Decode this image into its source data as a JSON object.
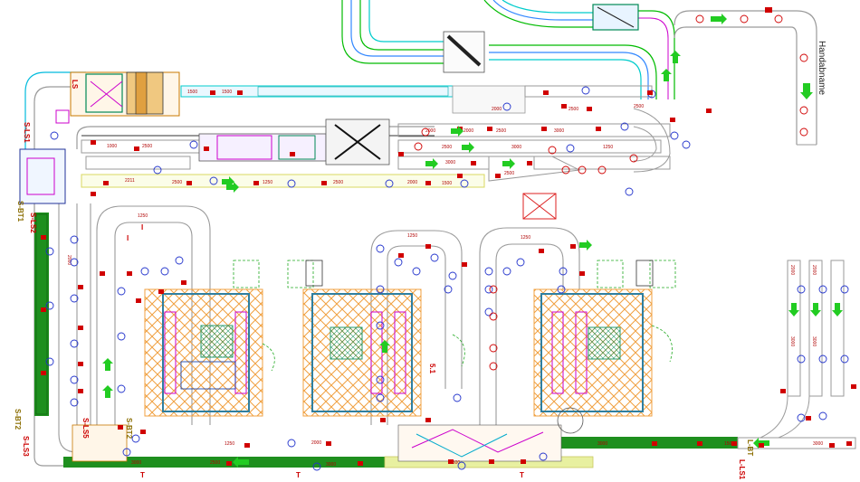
{
  "drawing": {
    "vertical_label": "Handabname",
    "colors": {
      "conveyor": "#9a9a9a",
      "powered": "#1e8f1e",
      "arrow": "#22cc22",
      "marker": "#d00000",
      "node": "#2233cc",
      "mesh": "#f0a040",
      "rack": "#2f7fa0",
      "cyan": "#00cccc",
      "magenta": "#cc00cc",
      "yellow_lane": "#e8f0a0"
    }
  },
  "station_tags": {
    "ls": "LS",
    "s_ls1": "S-LS1",
    "s_bt1": "S-BT1",
    "s_ls2": "S-LS2",
    "s_ls5": "S-LS5",
    "s_bt2": "S-BT2",
    "s_bt2b": "S-BT2",
    "s_ls3": "S-LS3",
    "l_ls1": "L-LS1",
    "l_bt": "L-BT",
    "t1": "T",
    "t2": "T",
    "t3": "T",
    "i1": "I",
    "i2": "I",
    "s_t": "5.1"
  },
  "dims": {
    "d1500a": "1500",
    "d1500b": "1500",
    "d2000a": "2000",
    "d2500a": "2500",
    "d2000b": "2000",
    "d2000c": "2000",
    "d2500b": "2500",
    "d3000a": "3000",
    "d1250a": "1250",
    "d2500c": "2500",
    "d1500c": "1500",
    "d3000b": "3000",
    "d2000d": "2000",
    "d2500d": "2500",
    "d1000": "1000",
    "d2211": "2211",
    "d2500e": "2500",
    "d1250b": "1250",
    "d2500f": "2500",
    "d2500g": "2500",
    "d1500d": "1500",
    "d1250c": "1250",
    "d1250d": "1250",
    "d1250e": "1250",
    "d3000c": "3000",
    "d1250f": "1250",
    "d3000d": "3000",
    "d2000e": "2000",
    "d2500h": "2500",
    "d3000e": "3000",
    "d1500e": "1500",
    "d2000f": "2000",
    "d3000f": "3000",
    "d1500f": "1500",
    "d3000g": "3000",
    "d2000g": "2000",
    "d2000h": "2000",
    "d3000h": "3000",
    "d3000i": "3000"
  }
}
